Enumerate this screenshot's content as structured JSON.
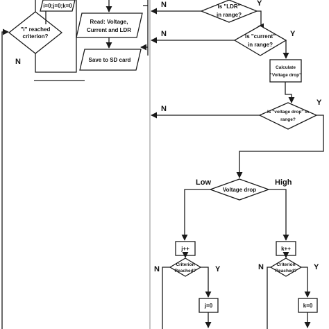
{
  "nodes": {
    "init_counters": "i=0;j=0;k=0",
    "i_reached_line1": "\"i\" reached",
    "i_reached_line2": "criterion?",
    "read_line1": "Read: Voltage,",
    "read_line2": "Current and LDR",
    "save_sd": "Save to SD card",
    "ldr_line1": "Is \"LDR\"",
    "ldr_line2": "in range?",
    "current_line1": "Is \"current\"",
    "current_line2": "in range?",
    "calc_line1": "Calculate",
    "calc_line2": "\"Voltage drop\"",
    "vdrop_range_line1": "Is \"voltage drop\" in",
    "vdrop_range_line2": "range?",
    "vdrop_decision": "Voltage drop",
    "j_inc": "j++",
    "k_inc": "k++",
    "crit_j_line1": "Criterion",
    "crit_j_line2": "Reached?",
    "crit_k_line1": "Criterion",
    "crit_k_line2": "Reached?",
    "j_reset": "j=0",
    "k_reset": "k=0"
  },
  "labels": {
    "yes": "Y",
    "no": "N",
    "low": "Low",
    "high": "High"
  }
}
